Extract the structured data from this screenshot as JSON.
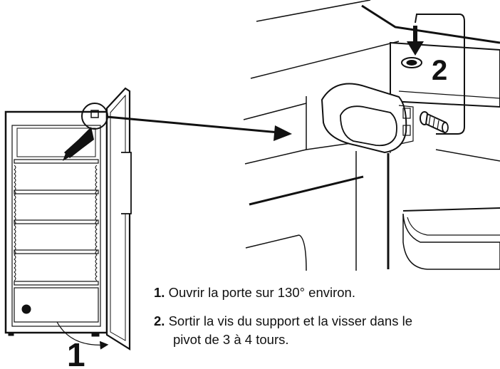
{
  "callouts": {
    "step1_number": "1",
    "step2_number": "2"
  },
  "instructions": [
    {
      "number": "1.",
      "text": "Ouvrir la porte sur 130° environ."
    },
    {
      "number": "2.",
      "text": "Sortir la vis du support et la visser dans le"
    },
    {
      "number": "",
      "text": "pivot de 3 à 4 tours."
    }
  ],
  "colors": {
    "line": "#111111",
    "background": "#ffffff"
  }
}
